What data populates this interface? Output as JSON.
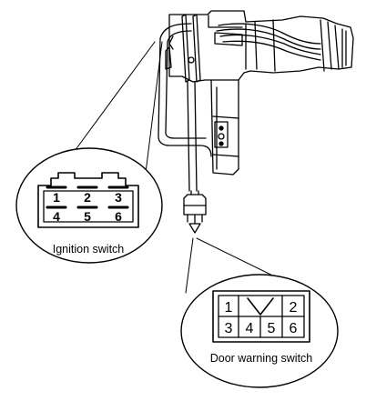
{
  "ignition_switch": {
    "label": "Ignition switch",
    "pins_top": [
      "1",
      "2",
      "3"
    ],
    "pins_bottom": [
      "4",
      "5",
      "6"
    ]
  },
  "door_warning_switch": {
    "label": "Door warning switch",
    "pins_top": [
      "1",
      "2"
    ],
    "pins_bottom": [
      "3",
      "4",
      "5",
      "6"
    ]
  }
}
